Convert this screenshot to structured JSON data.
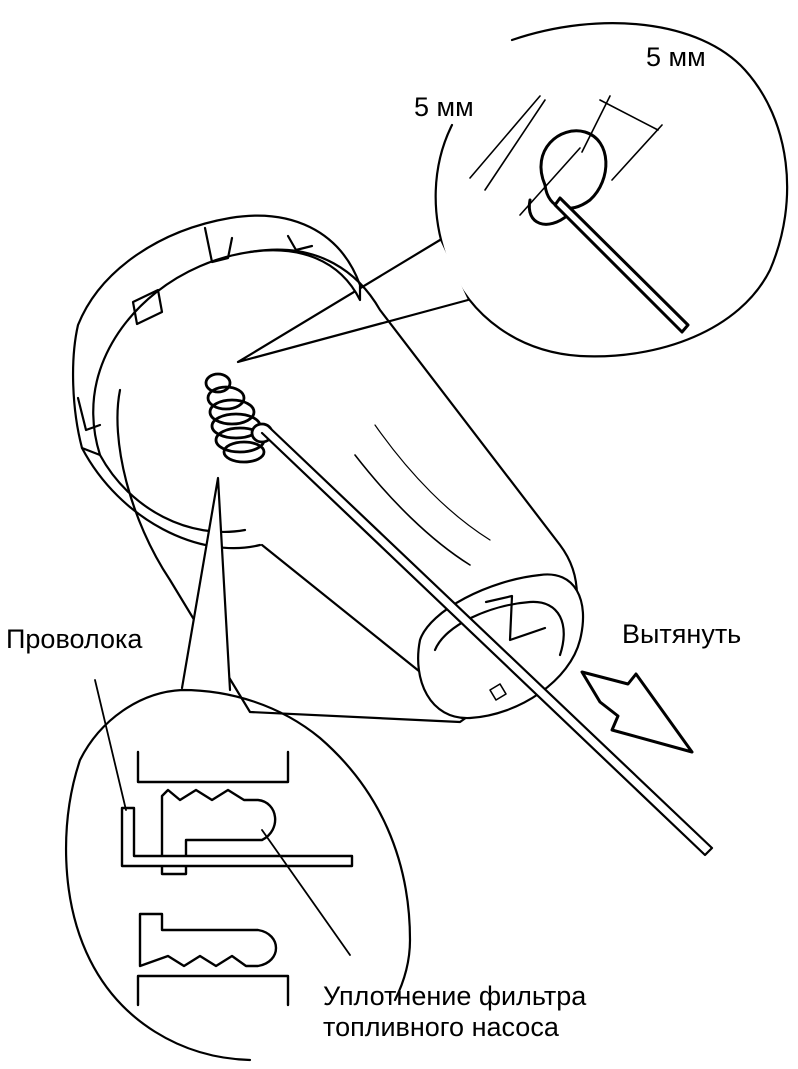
{
  "labels": {
    "dimension_right": "5 мм",
    "dimension_left": "5 мм",
    "pull": "Вытянуть",
    "wire": "Проволока",
    "seal_line1": "Уплотнение фильтра",
    "seal_line2": "топливного насоса"
  },
  "colors": {
    "ink": "#000000",
    "background": "#ffffff"
  }
}
